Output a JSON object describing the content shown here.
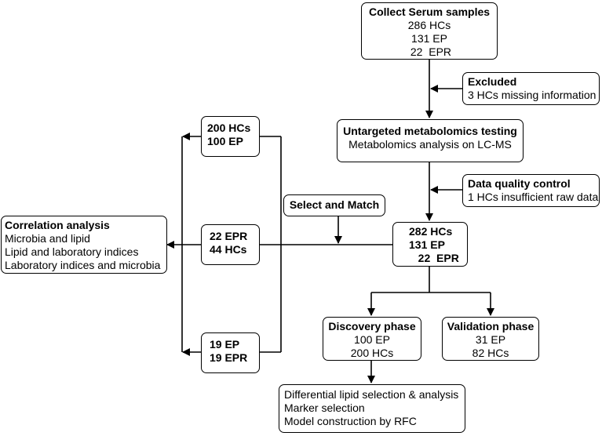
{
  "collect": {
    "title": "Collect Serum samples",
    "lines": [
      "286 HCs",
      "131 EP",
      " 22  EPR"
    ]
  },
  "excluded": {
    "title": "Excluded",
    "text": "3 HCs missing information"
  },
  "untargeted": {
    "title": "Untargeted metabolomics testing",
    "text": "Metabolomics analysis on LC-MS"
  },
  "dqc": {
    "title": "Data quality control",
    "text": "1 HCs insufficient raw data"
  },
  "merged": {
    "lines": [
      "282 HCs",
      "131 EP",
      "   22  EPR"
    ]
  },
  "select": {
    "title": "Select and Match"
  },
  "groupA": {
    "lines": [
      "200 HCs",
      "100 EP"
    ]
  },
  "groupB": {
    "lines": [
      "22 EPR",
      "44 HCs"
    ]
  },
  "groupC": {
    "lines": [
      "19 EP",
      "19 EPR"
    ]
  },
  "correlation": {
    "title": "Correlation analysis",
    "lines": [
      "Microbia and lipid",
      "Lipid and laboratory indices",
      "Laboratory indices and microbia"
    ]
  },
  "discovery": {
    "title": "Discovery phase",
    "lines": [
      "100 EP",
      "200 HCs"
    ]
  },
  "validation": {
    "title": "Validation phase",
    "lines": [
      "31 EP",
      "82 HCs"
    ]
  },
  "analysis": {
    "lines": [
      "Differential lipid selection & analysis",
      "Marker selection",
      "Model construction by RFC"
    ]
  }
}
